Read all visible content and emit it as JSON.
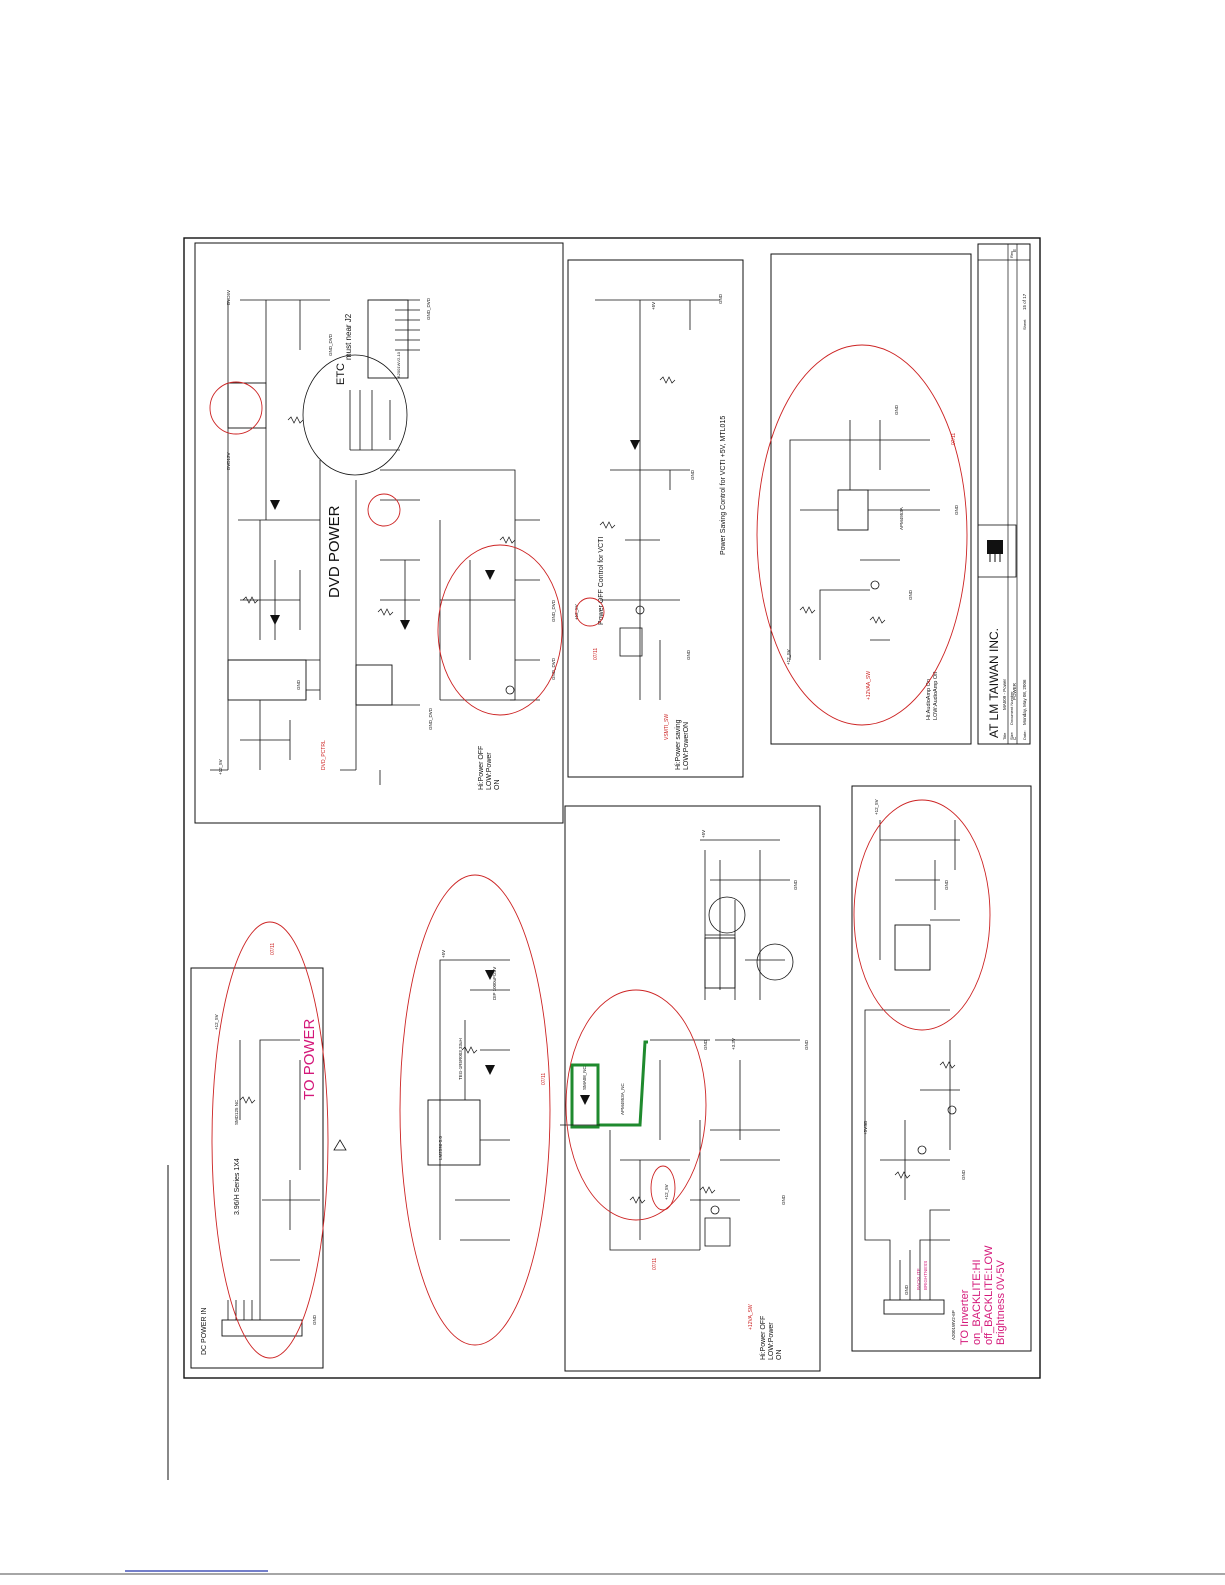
{
  "title_block": {
    "company": "AT LM TAIWAN INC.",
    "title_label": "Title",
    "title": "MA509 - Power",
    "size_label": "Size",
    "size": "C",
    "doc_label": "Document Number",
    "doc": "POWER",
    "rev_label": "Rev",
    "rev": "E",
    "date_label": "Date:",
    "date": "Monday, May 08, 2006",
    "sheet_label": "Sheet",
    "sheet_of": "15 of 17"
  },
  "sections": {
    "dvd": {
      "title": "DVD POWER",
      "etc": "ETC",
      "etc_note": "must near J2",
      "hilow_l1": "Hi:Power OFF",
      "hilow_l2": "LOW:Power",
      "hilow_l3": "ON",
      "ref_left": "DVD_PCTRL",
      "con_label": "A2001WV2-10"
    },
    "vcti": {
      "title": "Power OFF Control for VCTI",
      "subtitle": "Power Saving Control for VCTI +5V, MTL015",
      "hilow_l1": "Hi:Power saving",
      "hilow_l2": "LOW:PowerON",
      "net": "VSMTI_SW"
    },
    "to_power": {
      "title": "TO POWER",
      "conn": "3.96/H Series 1X4",
      "dc_in": "DC POWER IN",
      "fuse": "SMD125 NC"
    },
    "mid": {
      "chip": "LM2596-5.0",
      "inductor": "TEG-1R5R003 33uH",
      "cap": "DIP 1000uF/25V",
      "net": "+5V"
    },
    "vcc": {
      "hilow_l1": "Hi:Power OFF",
      "hilow_l2": "LOW:Power",
      "hilow_l3": "ON",
      "highlight": "SMA08_NC",
      "chip": "APM4953A_NC",
      "net": "+12VA_SW"
    },
    "amp": {
      "title": "Hi:AudioAmp On",
      "line2": "LOW:AudioAmp Off",
      "chip": "APM4953A",
      "net": "+12VAA_SW"
    },
    "inverter": {
      "line1": "TO Inverter",
      "line2": "on_BACKLITE:HI",
      "line3": "off_BACKLITE:LOW",
      "line4": "Brightness 0V-5V",
      "conn": "A2001WV2-6P",
      "sig1": "BACKLITE",
      "sig2": "BRIGHTNESS"
    }
  },
  "nets": {
    "v12": "+12_5V",
    "gnd": "GND",
    "gnd_dvd": "GND_DVD",
    "dvd5v": "DVD5V",
    "dvd12v": "DVD12V",
    "v5": "+5V",
    "v33": "+3.3V",
    "v5sb": "+5VSB"
  },
  "rev_marks": [
    "07/11",
    "07/11",
    "07/11",
    "07/11",
    "07/11"
  ],
  "colors": {
    "ink": "#111111",
    "annotation": "#cc2222",
    "label_magenta": "#d4187a",
    "highlight_box": "#1f8a2e",
    "link_underline": "#2233aa"
  }
}
